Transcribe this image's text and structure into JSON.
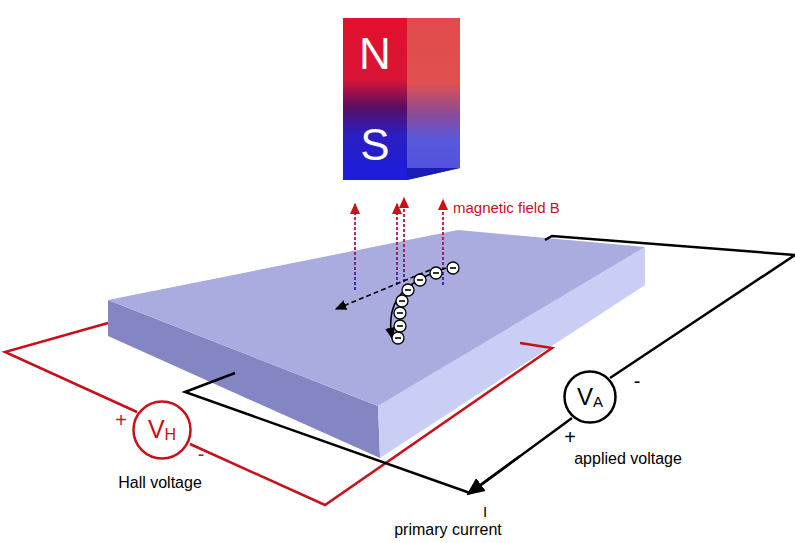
{
  "diagram": {
    "nodes": [
      {
        "text": [
          "N"
        ]
      },
      {
        "text": [
          "S"
        ]
      },
      {
        "text": [
          "V",
          "H"
        ]
      },
      {
        "text": [
          "V",
          "A"
        ]
      }
    ],
    "labels": [
      "magnetic field B",
      "+",
      "-",
      "Hall voltage",
      "-",
      "+",
      "applied voltage",
      "I",
      "primary current"
    ]
  }
}
